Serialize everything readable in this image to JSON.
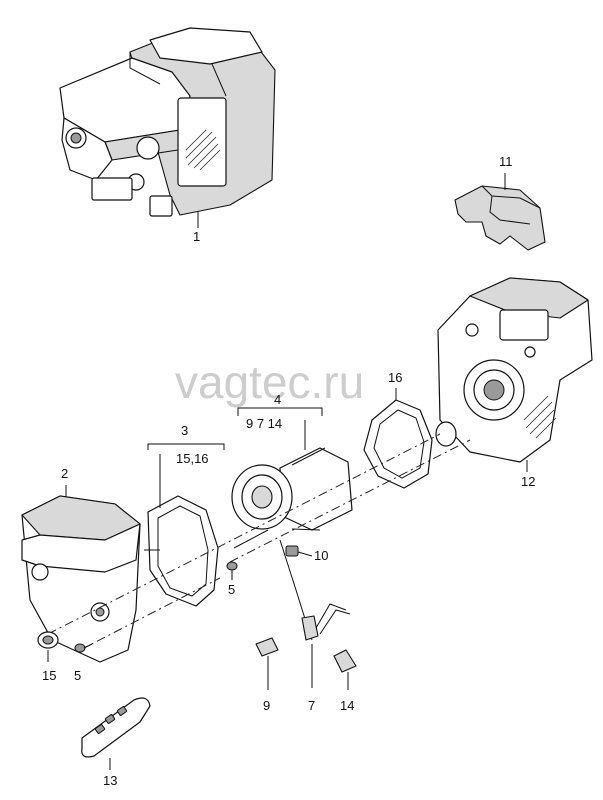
{
  "watermark": "vagtec.ru",
  "callouts": {
    "p1": "1",
    "p2": "2",
    "p3": "3",
    "p3_sub": "15,16",
    "p4": "4",
    "p4_sub": "9  7 14",
    "p5a": "5",
    "p5b": "5",
    "p7": "7",
    "p9": "9",
    "p10": "10",
    "p11": "11",
    "p12": "12",
    "p13": "13",
    "p14": "14",
    "p15": "15",
    "p16": "16"
  }
}
